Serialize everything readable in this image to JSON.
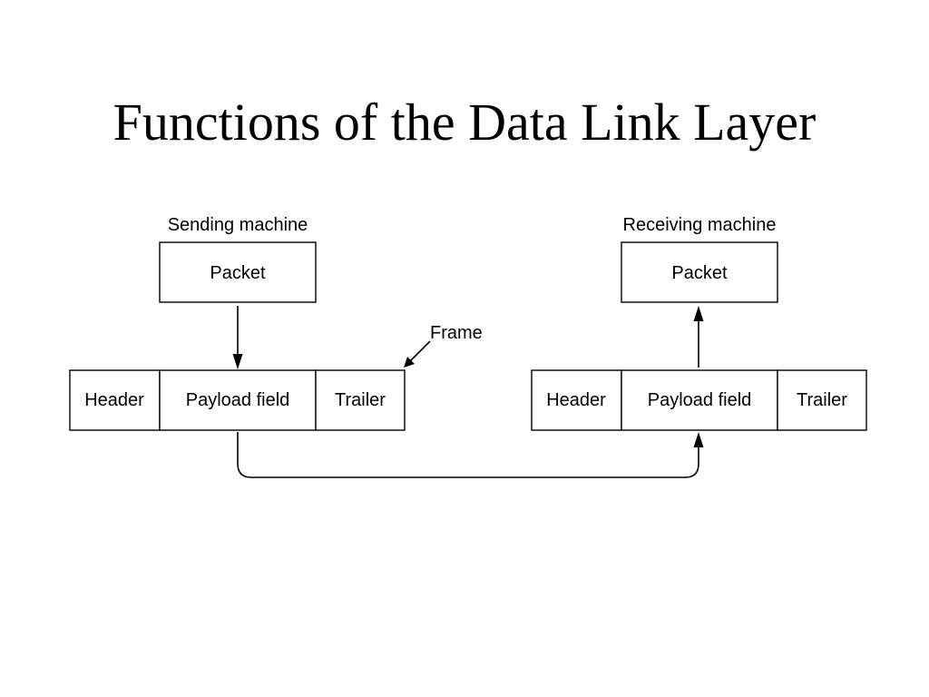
{
  "title": "Functions of the Data Link Layer",
  "sender": {
    "caption": "Sending machine",
    "packet": "Packet",
    "frame": {
      "header": "Header",
      "payload": "Payload field",
      "trailer": "Trailer"
    }
  },
  "receiver": {
    "caption": "Receiving machine",
    "packet": "Packet",
    "frame": {
      "header": "Header",
      "payload": "Payload field",
      "trailer": "Trailer"
    }
  },
  "frame_callout": "Frame"
}
